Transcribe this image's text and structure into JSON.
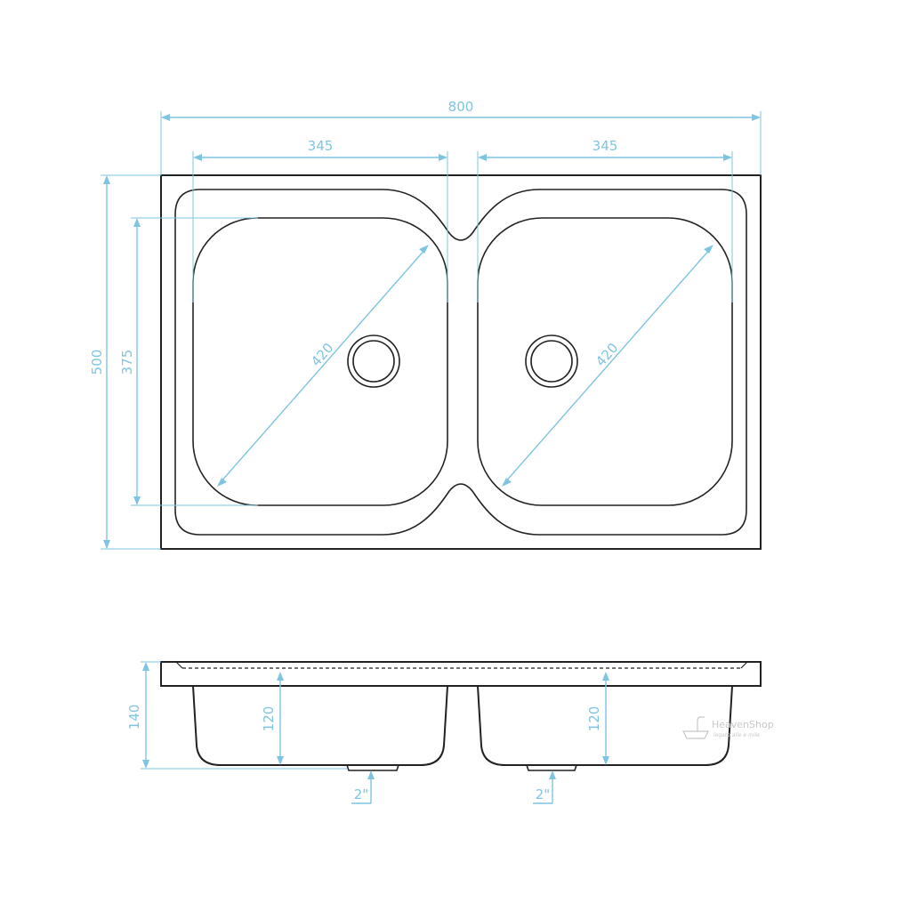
{
  "colors": {
    "outline": "#222222",
    "dimension": "#7fc4e0",
    "watermark": "#c8c8c8"
  },
  "top_view": {
    "overall_width": "800",
    "left_bowl_width": "345",
    "right_bowl_width": "345",
    "overall_depth": "500",
    "bowl_depth": "375",
    "left_bowl_diagonal": "420",
    "right_bowl_diagonal": "420"
  },
  "side_view": {
    "total_height": "140",
    "left_bowl_height": "120",
    "right_bowl_height": "120",
    "left_drain": "2\"",
    "right_drain": "2\""
  },
  "watermark": {
    "brand": "HeavenShop",
    "tagline": "legato alle e mile"
  }
}
